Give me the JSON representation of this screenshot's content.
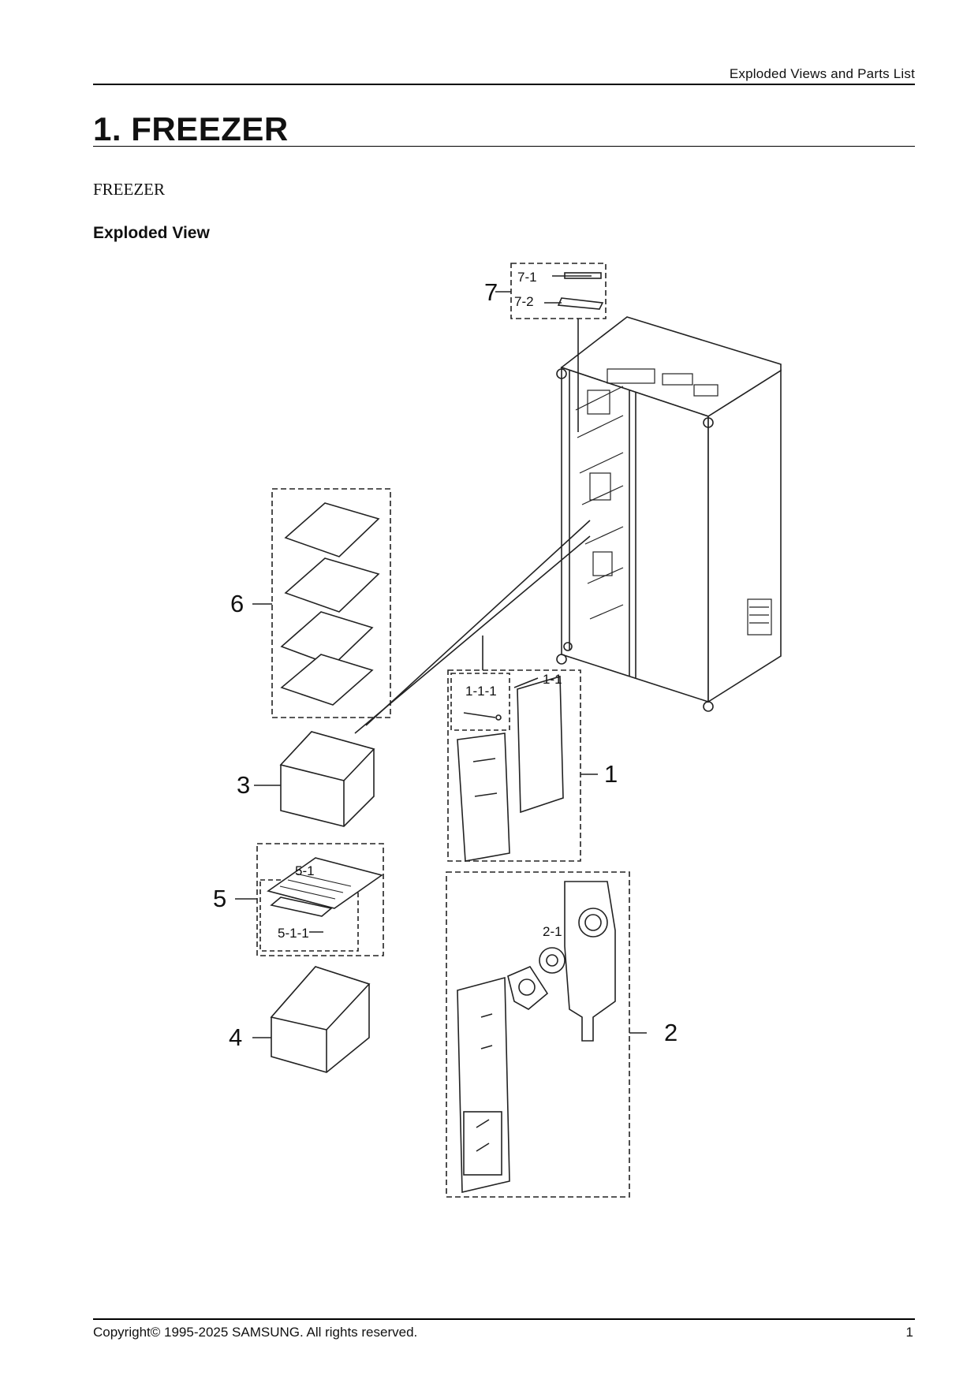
{
  "header": {
    "running_title": "Exploded Views and Parts List"
  },
  "page_title": "1.  FREEZER",
  "section_label": "FREEZER",
  "sub_heading": "Exploded View",
  "callouts": {
    "c1": "1",
    "c1_1": "1-1",
    "c1_1_1": "1-1-1",
    "c2": "2",
    "c2_1": "2-1",
    "c3": "3",
    "c4": "4",
    "c5": "5",
    "c5_1": "5-1",
    "c5_1_1": "5-1-1",
    "c6": "6",
    "c7": "7",
    "c7_1": "7-1",
    "c7_2": "7-2"
  },
  "footer": {
    "copyright": "Copyright© 1995-2025 SAMSUNG. All rights reserved.",
    "page_number": "1"
  }
}
